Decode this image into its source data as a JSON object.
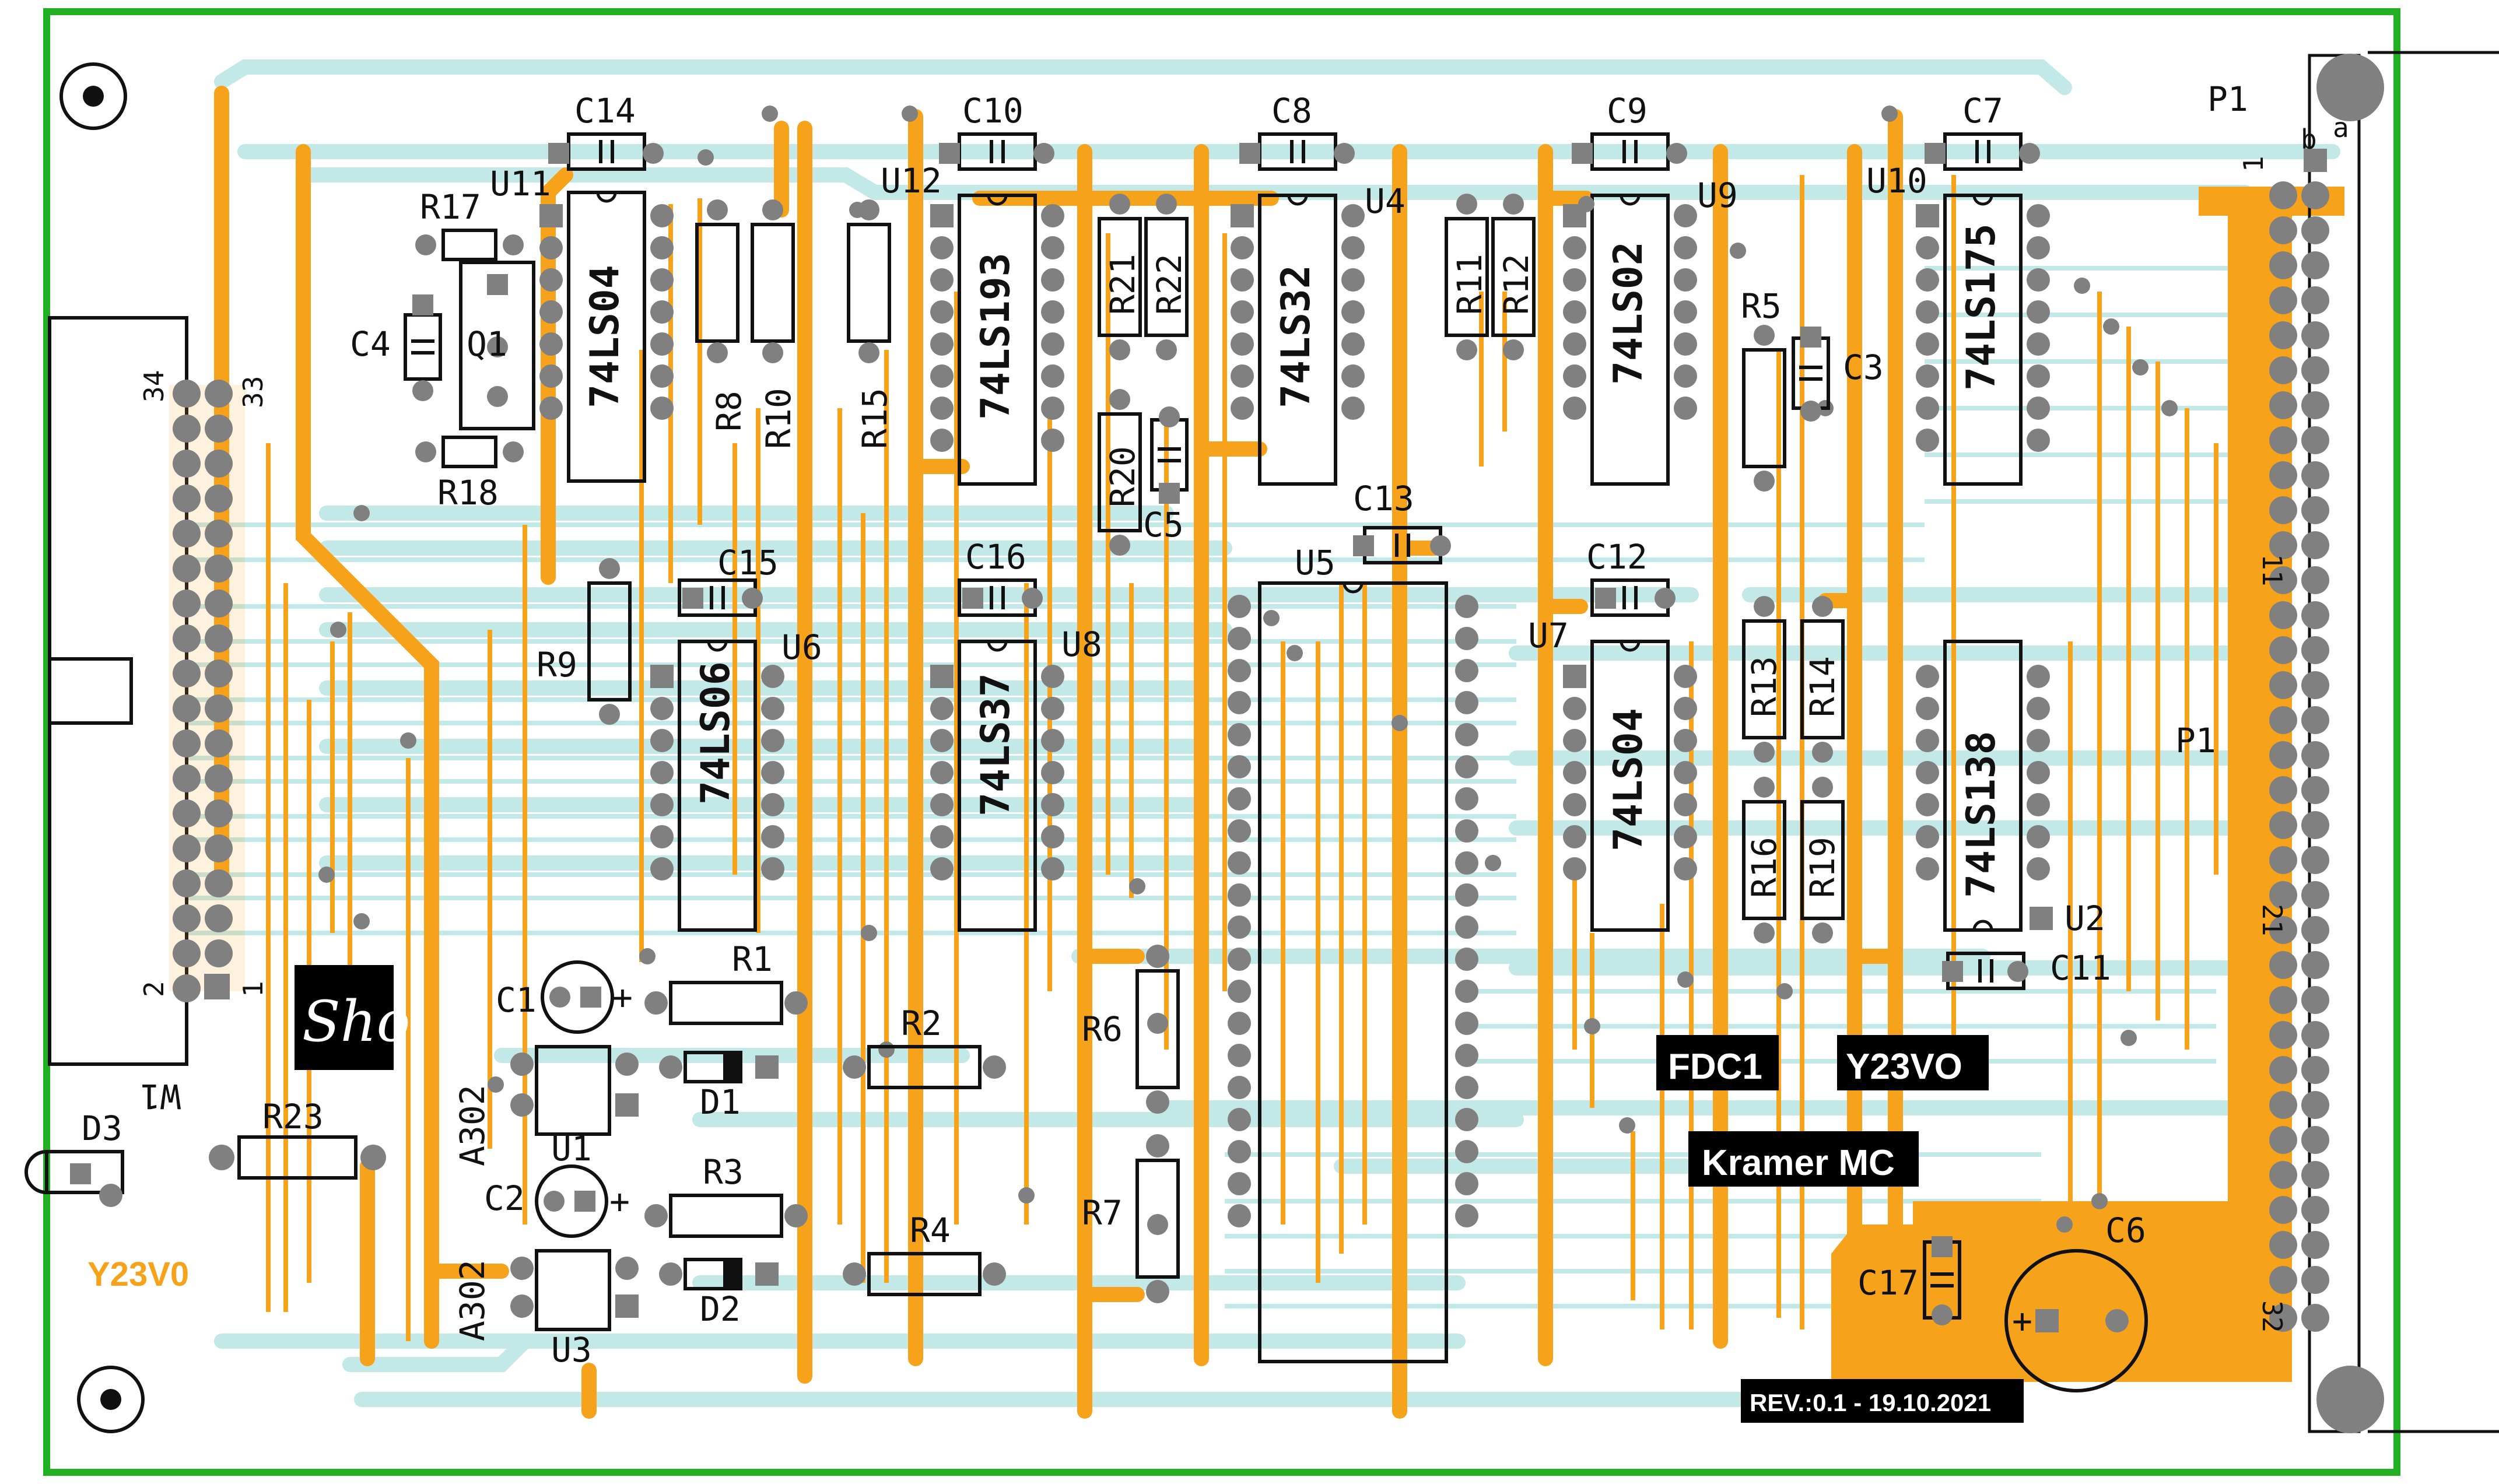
{
  "colors": {
    "board_outline": "#22b022",
    "top_copper": "#f7a21b",
    "bottom_copper": "#c3e8e8",
    "pad": "#808080",
    "silkscreen": "#111111",
    "label_bg": "#000000"
  },
  "board": {
    "silkscreen_signature": "Sho",
    "bottom_text": "Y23V0",
    "revision": "REV.:0.1 - 19.10.2021"
  },
  "labels": {
    "fdc": "FDC1",
    "y23vo": "Y23VO",
    "kramer": "Kramer MC"
  },
  "connectors": {
    "w1": {
      "name": "W1",
      "pin_34": "34",
      "pin_33": "33",
      "pin_2": "2",
      "pin_1": "1"
    },
    "p1": {
      "name_top": "P1",
      "name_mid": "P1",
      "row_a": "a",
      "row_b": "b",
      "pin_1": "1",
      "pin_11": "11",
      "pin_21": "21",
      "pin_32": "32"
    }
  },
  "chips": [
    {
      "ref": "U11",
      "part": "74LS04"
    },
    {
      "ref": "U12",
      "part": "74LS193"
    },
    {
      "ref": "U4",
      "part": "74LS32"
    },
    {
      "ref": "U9",
      "part": "74LS02"
    },
    {
      "ref": "U10",
      "part": "74LS175"
    },
    {
      "ref": "U6",
      "part": "74LS06"
    },
    {
      "ref": "U8",
      "part": "74LS37"
    },
    {
      "ref": "U5",
      "part": ""
    },
    {
      "ref": "U7",
      "part": "74LS04"
    },
    {
      "ref": "U2",
      "part": "74LS138"
    },
    {
      "ref": "U1",
      "part": "A302"
    },
    {
      "ref": "U3",
      "part": "A302"
    }
  ],
  "capacitors": [
    "C14",
    "C10",
    "C8",
    "C9",
    "C7",
    "C4",
    "C15",
    "C16",
    "C13",
    "C12",
    "C3",
    "C5",
    "C11",
    "C1",
    "C2",
    "C17",
    "C6"
  ],
  "resistors": [
    "R17",
    "R18",
    "R8",
    "R10",
    "R15",
    "R21",
    "R22",
    "R11",
    "R12",
    "R20",
    "R9",
    "R5",
    "R13",
    "R14",
    "R16",
    "R19",
    "R1",
    "R2",
    "R3",
    "R4",
    "R6",
    "R7",
    "R23"
  ],
  "transistors": [
    "Q1"
  ],
  "diodes": [
    "D1",
    "D2",
    "D3"
  ]
}
